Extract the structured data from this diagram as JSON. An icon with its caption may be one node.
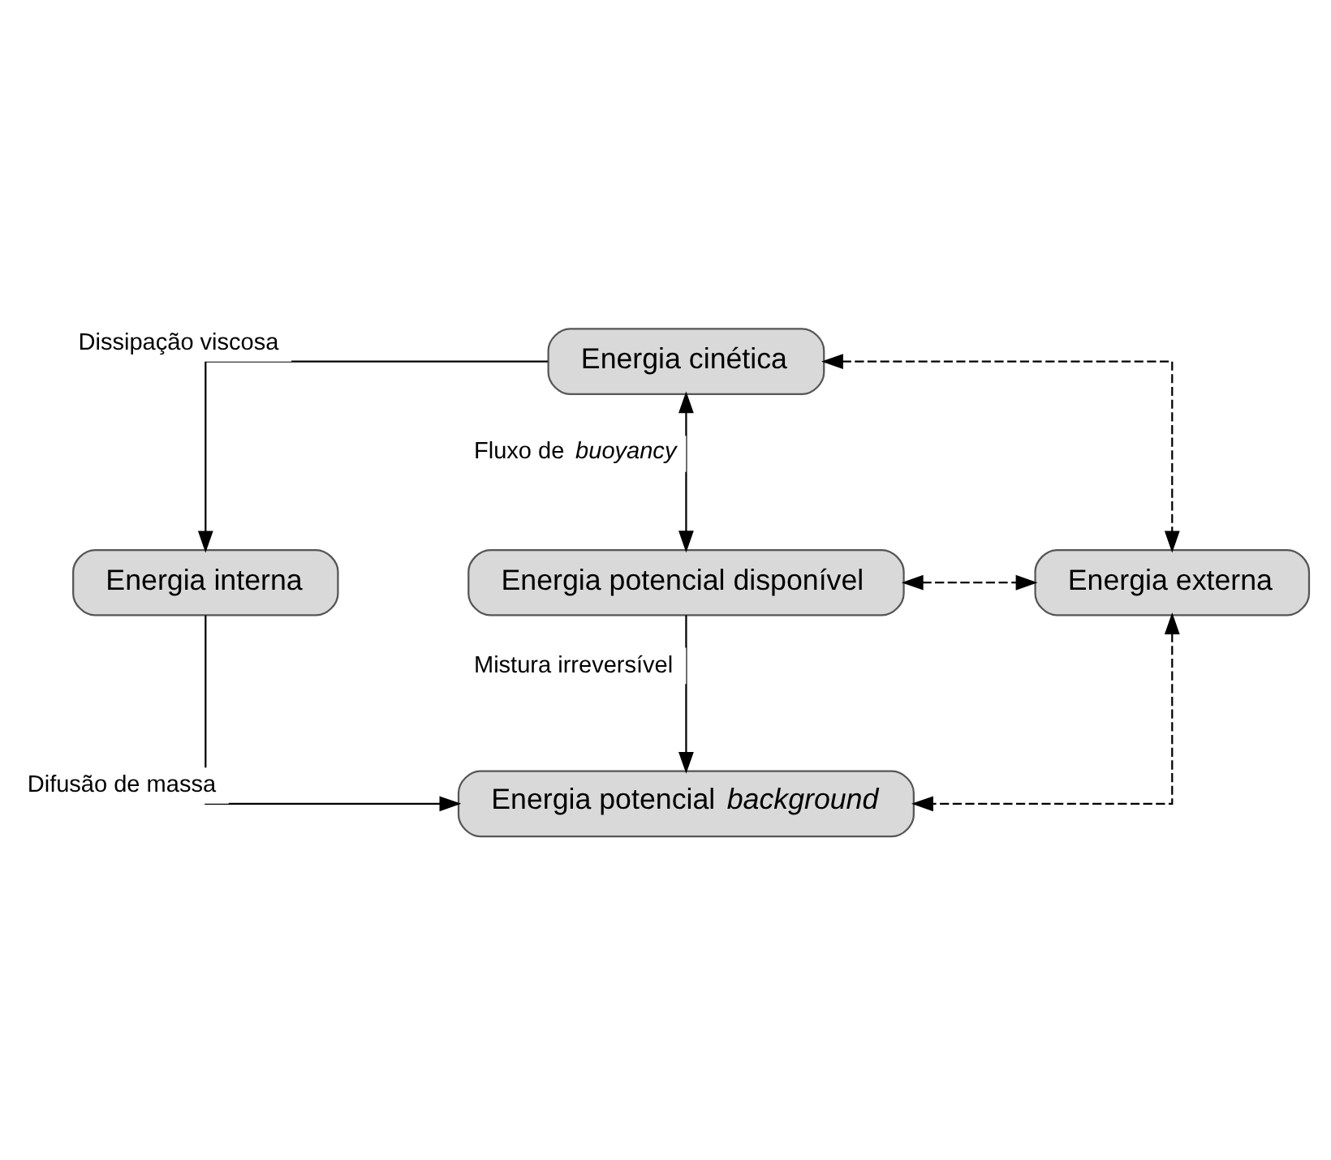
{
  "diagram": {
    "nodes": [
      {
        "text": [
          "Energia cinética"
        ]
      },
      {
        "text": [
          "Energia interna"
        ]
      },
      {
        "text": [
          "Energia potencial disponível"
        ]
      },
      {
        "text": [
          "Energia externa"
        ]
      },
      {
        "text": [
          "Energia potencial *background*"
        ]
      }
    ],
    "edges": [
      {
        "from": 0,
        "to": 1,
        "arrow": "to",
        "label": "Dissipação viscosa"
      },
      {
        "from": 0,
        "to": 2,
        "arrow": "both",
        "label": "Fluxo de *buoyancy*"
      },
      {
        "from": 0,
        "to": 3,
        "arrow": "both",
        "style": "dashed"
      },
      {
        "from": 2,
        "to": 3,
        "arrow": "both",
        "style": "dashed"
      },
      {
        "from": 2,
        "to": 4,
        "arrow": "to",
        "label": "Mistura irreversível"
      },
      {
        "from": 1,
        "to": 4,
        "arrow": "to",
        "label": "Difusão de massa"
      },
      {
        "from": 3,
        "to": 4,
        "arrow": "both",
        "style": "dashed"
      }
    ]
  }
}
